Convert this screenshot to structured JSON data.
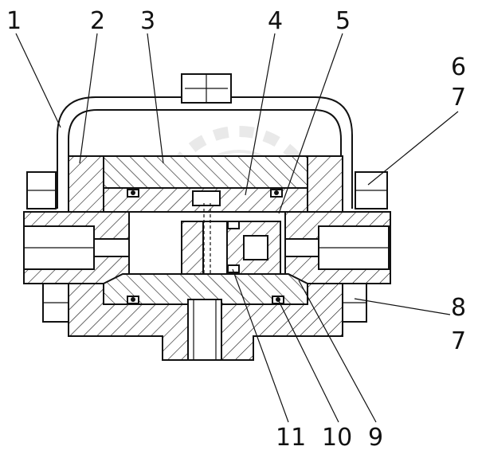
{
  "drawing": {
    "callouts": [
      {
        "id": "c1",
        "text": "1"
      },
      {
        "id": "c2",
        "text": "2"
      },
      {
        "id": "c3",
        "text": "3"
      },
      {
        "id": "c4",
        "text": "4"
      },
      {
        "id": "c5",
        "text": "5"
      },
      {
        "id": "c6",
        "text": "6"
      },
      {
        "id": "c7a",
        "text": "7"
      },
      {
        "id": "c8",
        "text": "8"
      },
      {
        "id": "c7b",
        "text": "7"
      },
      {
        "id": "c9",
        "text": "9"
      },
      {
        "id": "c10",
        "text": "10"
      },
      {
        "id": "c11",
        "text": "11"
      }
    ],
    "colors": {
      "line": "#111111",
      "background": "#ffffff",
      "watermark": "#d8d8d8"
    }
  }
}
